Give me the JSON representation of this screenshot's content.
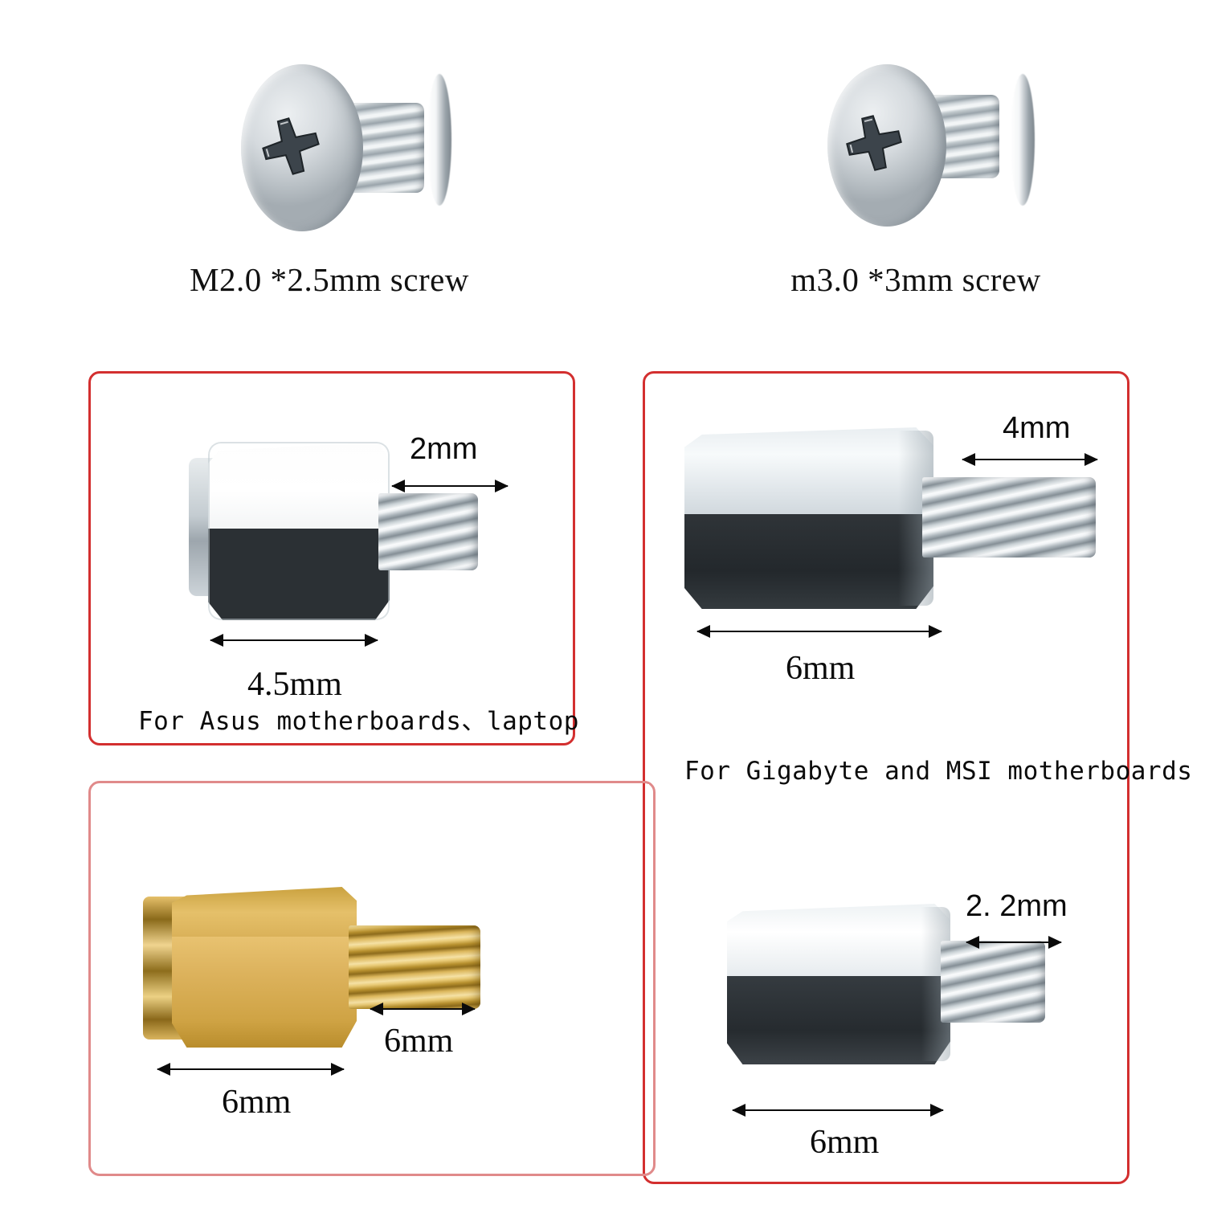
{
  "screws": [
    {
      "id": "screw-m2",
      "label": "M2.0 *2.5mm screw",
      "icon": "phillips-flat-head-screw-icon"
    },
    {
      "id": "screw-m3",
      "label": "m3.0 *3mm screw",
      "icon": "phillips-flat-head-screw-icon"
    }
  ],
  "panels": [
    {
      "id": "standoff-asus",
      "icon": "hex-standoff-white-black-icon",
      "thread_length": "2mm",
      "body_length": "4.5mm",
      "caption": "For Asus motherboards、laptop",
      "border_color": "#d32f2f",
      "material": "steel"
    },
    {
      "id": "standoff-gigabyte-msi",
      "icon": "hex-standoff-steel-icon",
      "thread_length": "4mm",
      "body_length": "6mm",
      "caption": "For Gigabyte and MSI motherboards",
      "border_color": "#d32f2f",
      "material": "steel"
    },
    {
      "id": "standoff-brass",
      "icon": "hex-standoff-brass-icon",
      "thread_length": "6mm",
      "body_length": "6mm",
      "caption": "",
      "border_color": "#e08a8a",
      "material": "brass"
    },
    {
      "id": "standoff-steel-short",
      "icon": "hex-standoff-steel-black-icon",
      "thread_length": "2. 2mm",
      "body_length": "6mm",
      "caption": "",
      "border_color": "#d32f2f",
      "material": "steel"
    }
  ],
  "colors": {
    "background": "#ffffff",
    "text": "#0b0b0b",
    "border_red": "#d32f2f",
    "border_pink": "#e08a8a",
    "brass": "#c79a3a",
    "steel": "#cdd4d9",
    "black_face": "#2b3034"
  }
}
